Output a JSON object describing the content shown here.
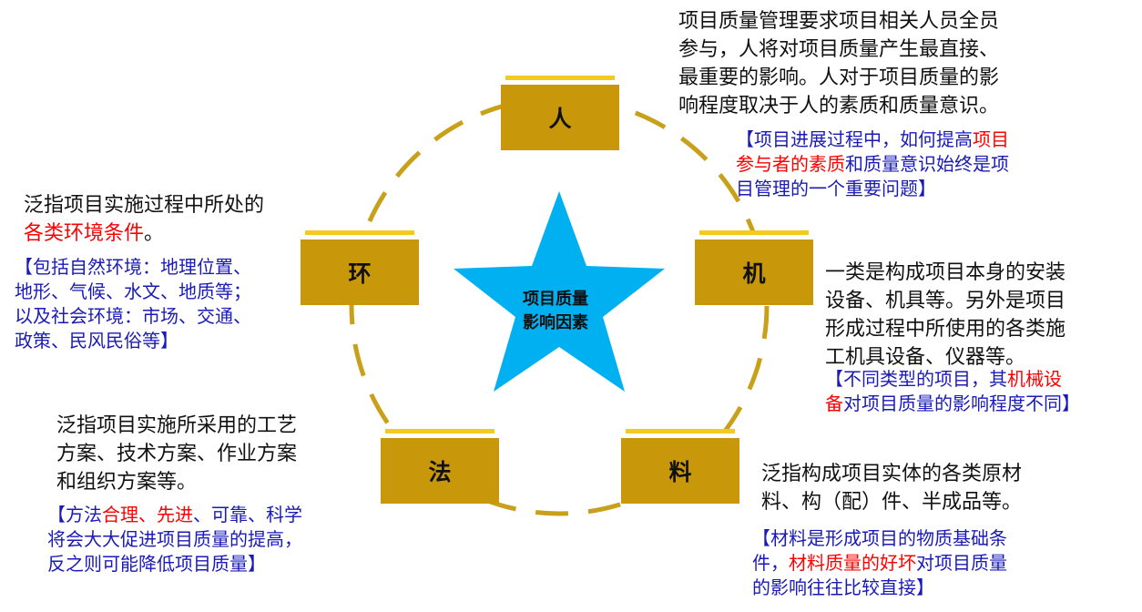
{
  "center_label": [
    "项目质量",
    "影响因素"
  ],
  "nodes": {
    "ren": "人",
    "ji": "机",
    "liao": "料",
    "fa": "法",
    "huan": "环"
  },
  "colors": {
    "node_fill": "#c9980a",
    "node_cap": "#f2cb1d",
    "star": "#00b0f0",
    "ring": "#c9a01a",
    "note_blue": "#1a1ab8",
    "highlight_red": "#ff0000"
  },
  "texts": {
    "ren_desc": [
      "项目质量管理要求项目相关人员全员",
      "参与，人将对项目质量产生最直接、",
      "最重要的影响。人对于项目质量的影",
      "响程度取决于人的素质和质量意识。"
    ],
    "ren_note": {
      "l1a": "【项目进展过程中，如何提高",
      "l1b": "项目",
      "l2a": "参与者的素质",
      "l2b": "和质量意识始终是项",
      "l3": "目管理的一个重要问题】"
    },
    "huan_desc": {
      "l1": "泛指项目实施过程中所处的",
      "l2a": "各类环境条件",
      "l2b": "。"
    },
    "huan_note": [
      "【包括自然环境：地理位置、",
      "地形、气候、水文、地质等；",
      "以及社会环境：市场、交通、",
      "政策、民风民俗等】"
    ],
    "ji_desc": [
      "一类是构成项目本身的安装",
      "设备、机具等。另外是项目",
      "形成过程中所使用的各类施",
      "工机具设备、仪器等。"
    ],
    "ji_note": {
      "l1a": "【不同类型的项目，其",
      "l1b": "机械设",
      "l2a": "备",
      "l2b": "对项目质量的影响程度不同】"
    },
    "fa_desc": [
      "泛指项目实施所采用的工艺",
      "方案、技术方案、作业方案",
      "和组织方案等。"
    ],
    "fa_note": {
      "l1a": "【方法",
      "l1b": "合理",
      "l1c": "、",
      "l1d": "先进",
      "l1e": "、可靠、科学",
      "l2": "将会大大促进项目质量的提高，",
      "l3": "反之则可能降低项目质量】"
    },
    "liao_desc": [
      "泛指构成项目实体的各类原材",
      "料、构（配）件、半成品等。"
    ],
    "liao_note": {
      "l1": "【材料是形成项目的物质基础条",
      "l2a": "件，",
      "l2b": "材料质量的好坏",
      "l2c": "对项目质量",
      "l3": "的影响往往比较直接】"
    }
  }
}
